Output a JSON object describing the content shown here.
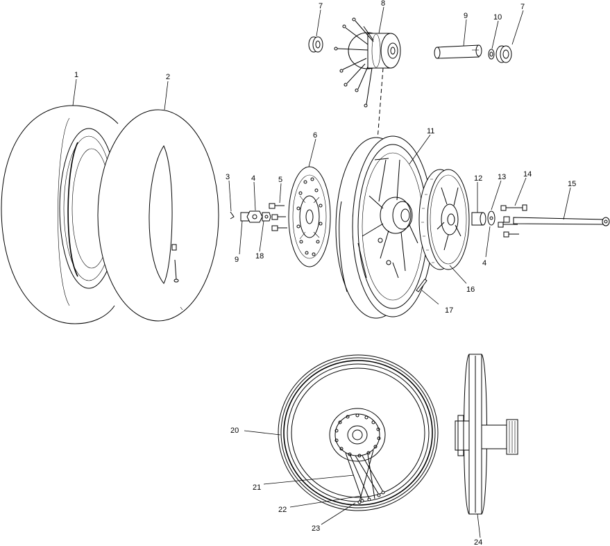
{
  "callouts": [
    {
      "id": "c1",
      "text": "1"
    },
    {
      "id": "c2",
      "text": "2"
    },
    {
      "id": "c3",
      "text": "3"
    },
    {
      "id": "c4a",
      "text": "4"
    },
    {
      "id": "c4b",
      "text": "4"
    },
    {
      "id": "c5",
      "text": "5"
    },
    {
      "id": "c6",
      "text": "6"
    },
    {
      "id": "c7a",
      "text": "7"
    },
    {
      "id": "c7b",
      "text": "7"
    },
    {
      "id": "c8",
      "text": "8"
    },
    {
      "id": "c9a",
      "text": "9"
    },
    {
      "id": "c9b",
      "text": "9"
    },
    {
      "id": "c10",
      "text": "10"
    },
    {
      "id": "c11",
      "text": "11"
    },
    {
      "id": "c12",
      "text": "12"
    },
    {
      "id": "c13",
      "text": "13"
    },
    {
      "id": "c14",
      "text": "14"
    },
    {
      "id": "c15",
      "text": "15"
    },
    {
      "id": "c16",
      "text": "16"
    },
    {
      "id": "c17",
      "text": "17"
    },
    {
      "id": "c18",
      "text": "18"
    },
    {
      "id": "c20",
      "text": "20"
    },
    {
      "id": "c21",
      "text": "21"
    },
    {
      "id": "c22",
      "text": "22"
    },
    {
      "id": "c23",
      "text": "23"
    },
    {
      "id": "c24",
      "text": "24"
    }
  ]
}
